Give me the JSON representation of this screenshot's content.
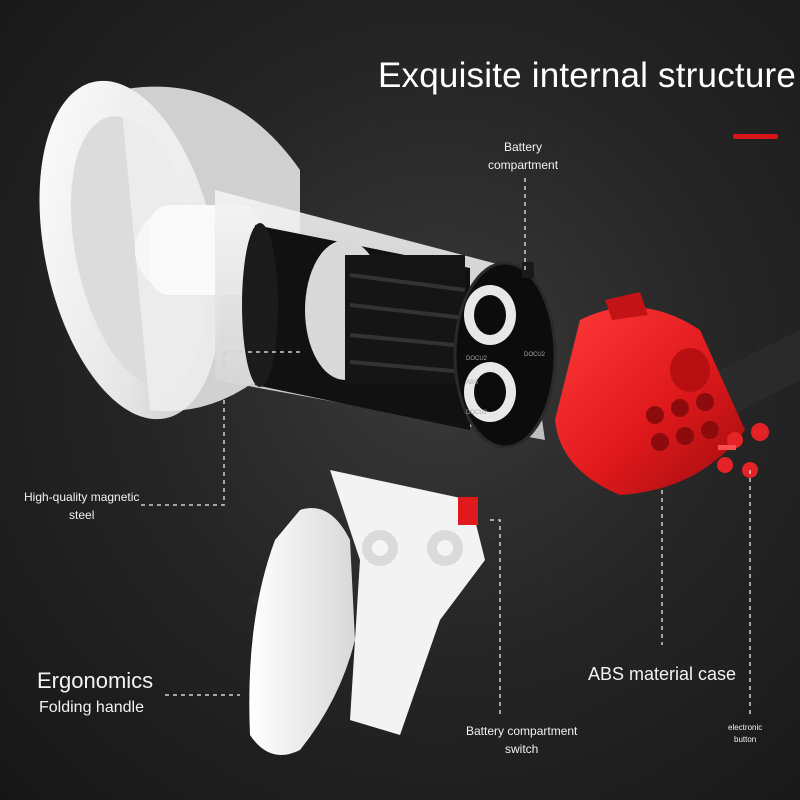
{
  "title": "Exquisite internal structure",
  "colors": {
    "accent": "#d9141a",
    "case_red": "#e0191c",
    "background": "#262626"
  },
  "labels": {
    "battery_compartment": [
      "Battery",
      "compartment"
    ],
    "magnetic_steel": [
      "High-quality magnetic",
      "steel"
    ],
    "ergonomics": "Ergonomics",
    "folding_handle": "Folding handle",
    "abs_case": "ABS material case",
    "battery_switch": [
      "Battery compartment",
      "switch"
    ],
    "electronic_button": [
      "electronic",
      "button"
    ]
  },
  "battery_plate_markings": [
    "DOCU2",
    "DOCU2",
    "ABS",
    "DOCU2"
  ]
}
